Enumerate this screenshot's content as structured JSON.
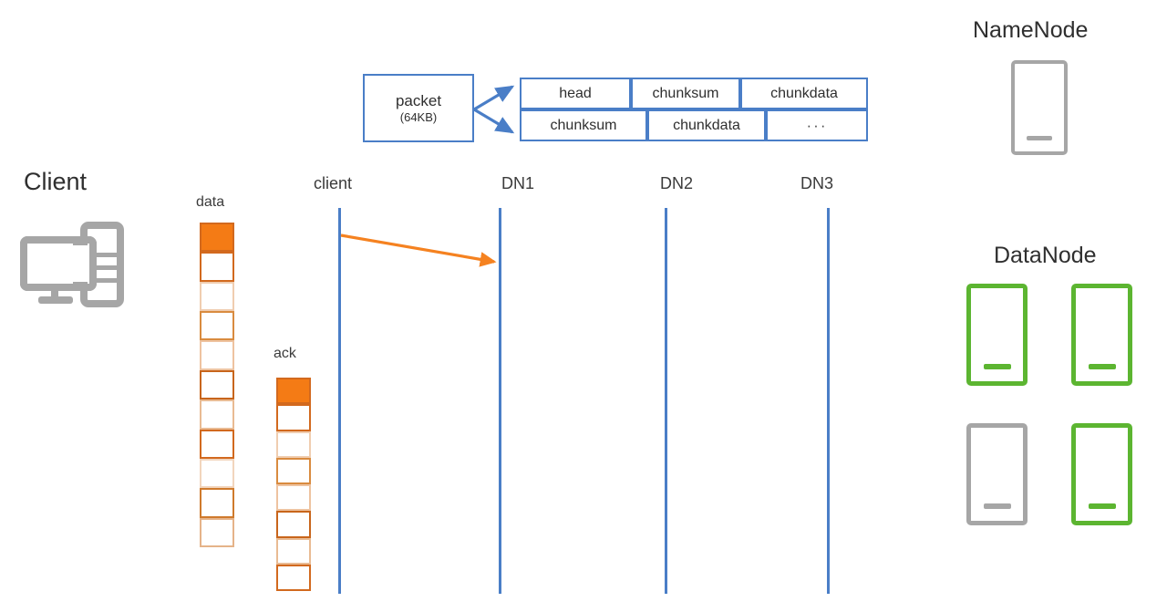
{
  "diagram": {
    "title_client": "Client",
    "title_namenode": "NameNode",
    "title_datanode": "DataNode"
  },
  "packet": {
    "name": "packet",
    "size": "(64KB)",
    "row1": [
      {
        "label": "head"
      },
      {
        "label": "chunksum"
      },
      {
        "label": "chunkdata"
      }
    ],
    "row2": [
      {
        "label": "chunksum"
      },
      {
        "label": "chunkdata"
      },
      {
        "label": "···"
      }
    ]
  },
  "lifelines": [
    {
      "label": "client"
    },
    {
      "label": "DN1"
    },
    {
      "label": "DN2"
    },
    {
      "label": "DN3"
    }
  ],
  "queues": {
    "data": {
      "label": "data",
      "total_cells": 11,
      "filled_cells": 1
    },
    "ack": {
      "label": "ack",
      "total_cells": 8,
      "filled_cells": 1
    }
  },
  "datanodes": [
    {
      "state": "active"
    },
    {
      "state": "active"
    },
    {
      "state": "inactive"
    },
    {
      "state": "active"
    }
  ],
  "colors": {
    "accent_blue": "#4a7ec7",
    "orange_fill": "#f47b15",
    "orange_border": "#d2691e",
    "orange_border_light": "#eec3a0",
    "green": "#5cb531",
    "gray": "#a6a6a6",
    "arrow_orange": "#f58220"
  },
  "flow_arrow": {
    "from": "client",
    "to": "DN1"
  }
}
